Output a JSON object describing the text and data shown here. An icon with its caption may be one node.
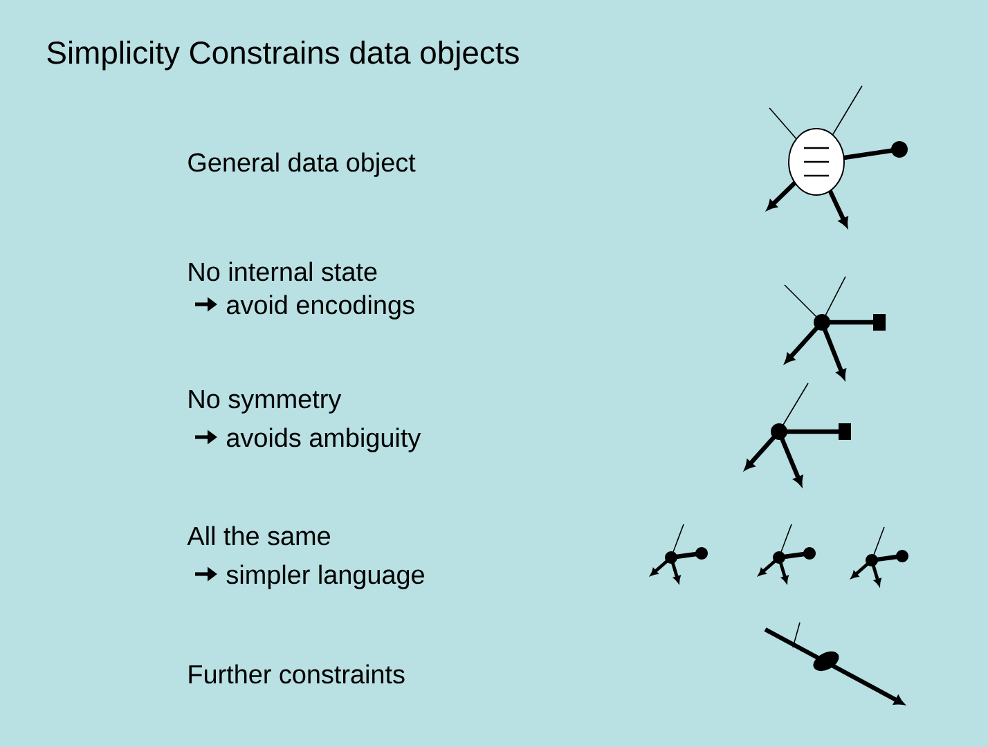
{
  "diagram": {
    "title": "Simplicity Constrains data objects",
    "labels": [
      "General data object",
      "No internal state",
      "avoid encodings",
      "No symmetry",
      "avoids ambiguity",
      "All the same",
      "simpler language",
      "Further  constraints"
    ]
  }
}
